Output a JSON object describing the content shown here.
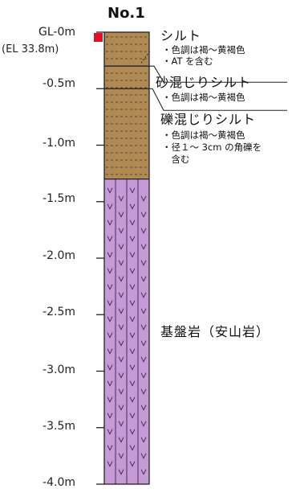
{
  "borehole": {
    "name": "No.1",
    "ground_label": "GL-0m",
    "elevation_label": "(EL 33.8m)",
    "depth_labels": [
      "-0.5m",
      "-1.0m",
      "-1.5m",
      "-2.0m",
      "-2.5m",
      "-3.0m",
      "-3.5m",
      "-4.0m"
    ]
  },
  "layers": [
    {
      "name": "シルト",
      "descriptions": [
        "・色調は褐～黄褐色",
        "・AT を含む"
      ],
      "top_m": 0.0,
      "bottom_m": 0.3,
      "color": "#b08a55"
    },
    {
      "name": "砂混じりシルト",
      "descriptions": [
        "・色調は褐～黄褐色"
      ],
      "top_m": 0.3,
      "bottom_m": 0.5,
      "color": "#b08a55"
    },
    {
      "name": "礫混じりシルト",
      "descriptions": [
        "・色調は褐～黄褐色",
        "・径１～ 3cm の角礫を",
        "　含む"
      ],
      "top_m": 0.5,
      "bottom_m": 1.3,
      "color": "#b08a55"
    },
    {
      "name": "基盤岩（安山岩）",
      "descriptions": [],
      "top_m": 1.3,
      "bottom_m": 4.0,
      "color": "#c59ad6"
    }
  ],
  "groundwater_marker": {
    "depth_m": 0.05,
    "color": "#e0102a"
  },
  "colors": {
    "sediment": "#b08a55",
    "bedrock": "#c59ad6",
    "line": "#222222"
  }
}
